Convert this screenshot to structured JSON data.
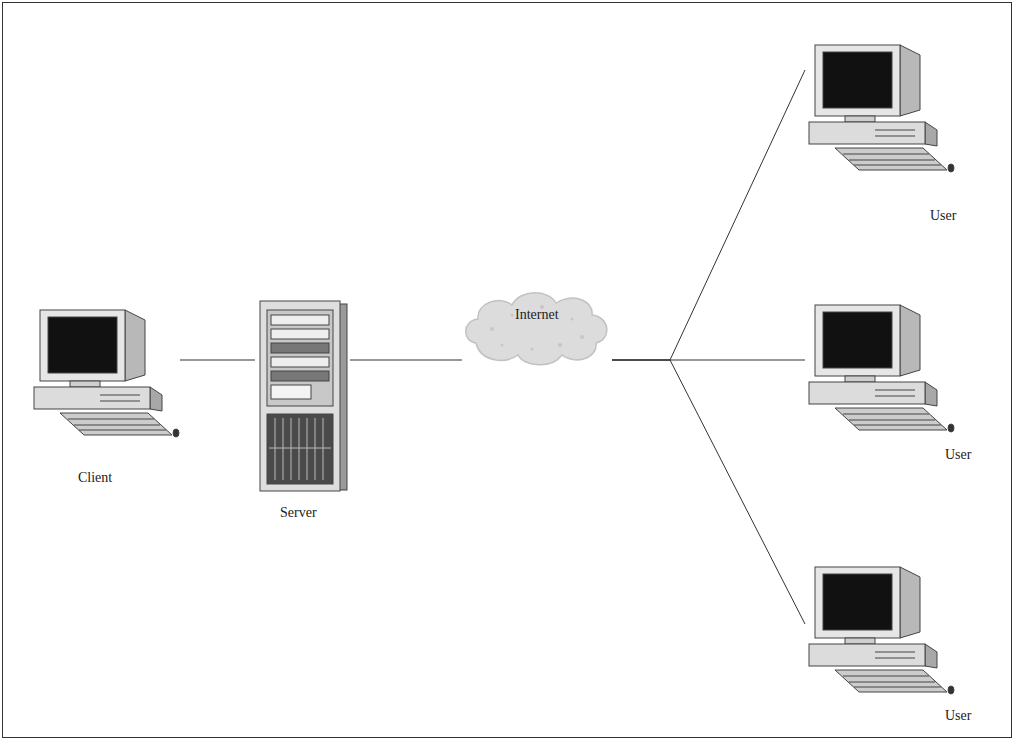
{
  "diagram": {
    "nodes": [
      {
        "text": [
          "Client"
        ]
      },
      {
        "text": [
          "Server"
        ]
      },
      {
        "text": [
          "Internet"
        ]
      },
      {
        "text": [
          "User"
        ]
      },
      {
        "text": [
          "User"
        ]
      },
      {
        "text": [
          "User"
        ]
      }
    ],
    "edges": [
      {
        "from": 0,
        "to": 1,
        "arrow": "none"
      },
      {
        "from": 1,
        "to": 2,
        "arrow": "none"
      },
      {
        "from": 2,
        "to": 3,
        "arrow": "none"
      },
      {
        "from": 2,
        "to": 4,
        "arrow": "none"
      },
      {
        "from": 2,
        "to": 5,
        "arrow": "none"
      }
    ]
  }
}
